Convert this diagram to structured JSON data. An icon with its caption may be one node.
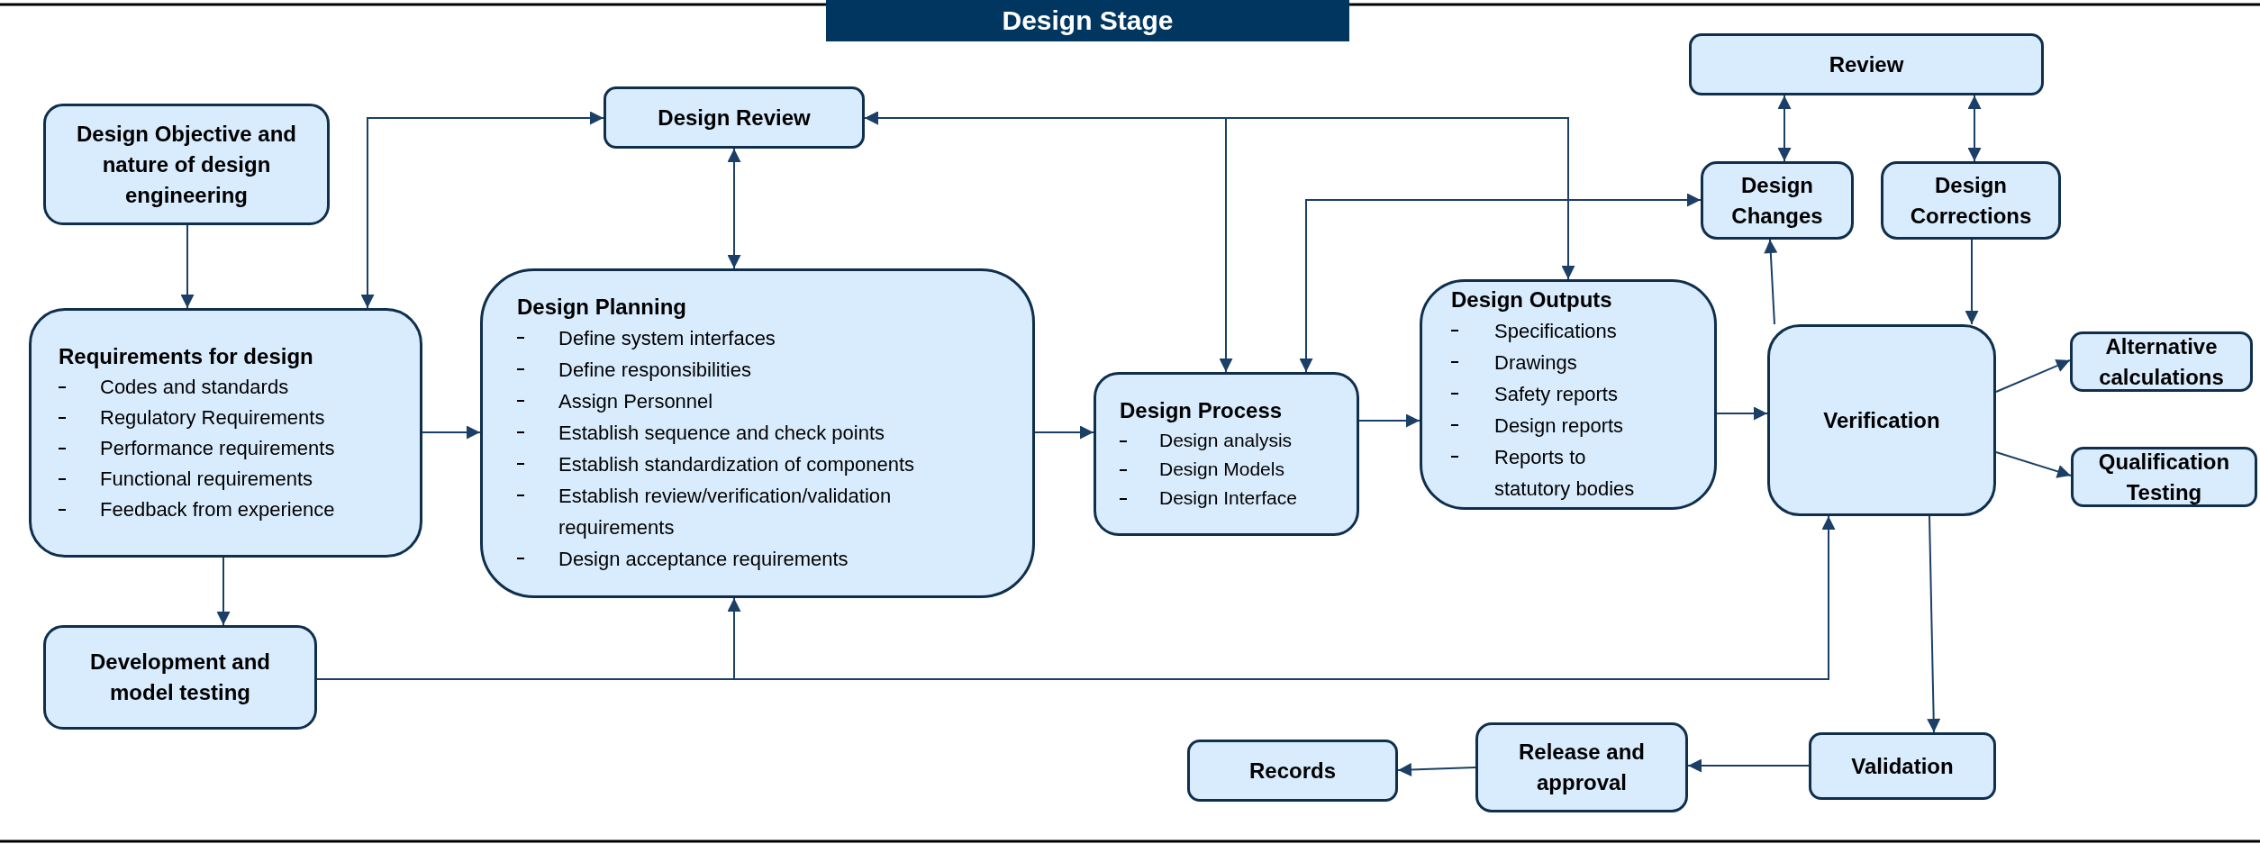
{
  "diagram": {
    "title": "Design Stage",
    "nodes": [
      {
        "text": [
          "Design Objective and nature of design engineering"
        ]
      },
      {
        "text": [
          "Requirements for design",
          "Codes and standards",
          "Regulatory Requirements",
          "Performance requirements",
          "Functional requirements",
          "Feedback from experience"
        ]
      },
      {
        "text": [
          "Development and model testing"
        ]
      },
      {
        "text": [
          "Design Review"
        ]
      },
      {
        "text": [
          "Design Planning",
          "Define system interfaces",
          "Define responsibilities",
          "Assign Personnel",
          "Establish sequence and check points",
          "Establish standardization of components",
          "Establish review/verification/validation requirements",
          "Design acceptance requirements"
        ]
      },
      {
        "text": [
          "Design Process",
          "Design analysis",
          "Design Models",
          "Design Interface"
        ]
      },
      {
        "text": [
          "Design Outputs",
          "Specifications",
          "Drawings",
          "Safety reports",
          "Design reports",
          "Reports to statutory bodies"
        ]
      },
      {
        "text": [
          "Review"
        ]
      },
      {
        "text": [
          "Design Changes"
        ]
      },
      {
        "text": [
          "Design Corrections"
        ]
      },
      {
        "text": [
          "Verification"
        ]
      },
      {
        "text": [
          "Alternative calculations"
        ]
      },
      {
        "text": [
          "Qualification Testing"
        ]
      },
      {
        "text": [
          "Records"
        ]
      },
      {
        "text": [
          "Release and approval"
        ]
      },
      {
        "text": [
          "Validation"
        ]
      }
    ],
    "edges": [
      {
        "from": 0,
        "to": 1,
        "arrow": "to"
      },
      {
        "from": 3,
        "to": 1,
        "arrow": "both"
      },
      {
        "from": 3,
        "to": 4,
        "arrow": "both"
      },
      {
        "from": 1,
        "to": 4,
        "arrow": "to"
      },
      {
        "from": 1,
        "to": 2,
        "arrow": "to"
      },
      {
        "from": 2,
        "to": 4,
        "arrow": "to"
      },
      {
        "from": 2,
        "to": 10,
        "arrow": "to"
      },
      {
        "from": 4,
        "to": 5,
        "arrow": "to"
      },
      {
        "from": 5,
        "to": 6,
        "arrow": "to"
      },
      {
        "from": 6,
        "to": 10,
        "arrow": "to"
      },
      {
        "from": 3,
        "to": 5,
        "arrow": "both"
      },
      {
        "from": 3,
        "to": 6,
        "arrow": "both"
      },
      {
        "from": 8,
        "to": 5,
        "arrow": "both"
      },
      {
        "from": 10,
        "to": 8,
        "arrow": "to"
      },
      {
        "from": 7,
        "to": 8,
        "arrow": "both"
      },
      {
        "from": 7,
        "to": 9,
        "arrow": "both"
      },
      {
        "from": 9,
        "to": 10,
        "arrow": "to"
      },
      {
        "from": 10,
        "to": 11,
        "arrow": "to"
      },
      {
        "from": 10,
        "to": 12,
        "arrow": "to"
      },
      {
        "from": 10,
        "to": 15,
        "arrow": "to"
      },
      {
        "from": 15,
        "to": 14,
        "arrow": "to"
      },
      {
        "from": 14,
        "to": 13,
        "arrow": "to"
      }
    ]
  }
}
